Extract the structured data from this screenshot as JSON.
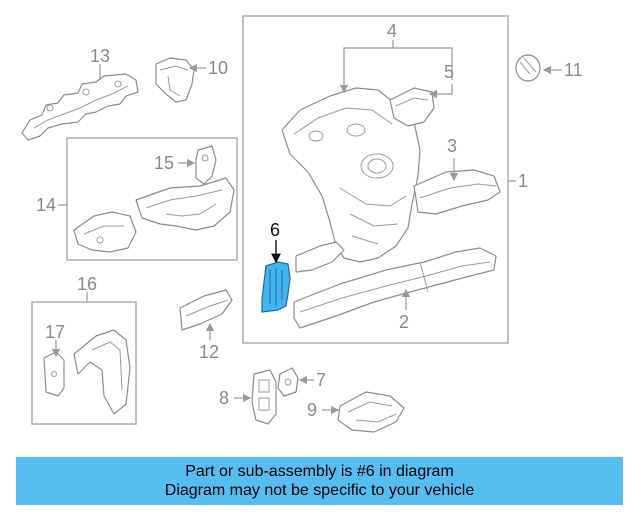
{
  "callouts": {
    "c1": "1",
    "c2": "2",
    "c3": "3",
    "c4": "4",
    "c5": "5",
    "c6": "6",
    "c7": "7",
    "c8": "8",
    "c9": "9",
    "c10": "10",
    "c11": "11",
    "c12": "12",
    "c13": "13",
    "c14": "14",
    "c15": "15",
    "c16": "16",
    "c17": "17"
  },
  "highlighted_part": "6",
  "colors": {
    "highlight": "#42b4ef",
    "banner": "#55bdf0",
    "outline": "#8c8c8c"
  },
  "banner": {
    "line1": "Part or sub-assembly is #6 in diagram",
    "line2": "Diagram may not be specific to your vehicle"
  }
}
